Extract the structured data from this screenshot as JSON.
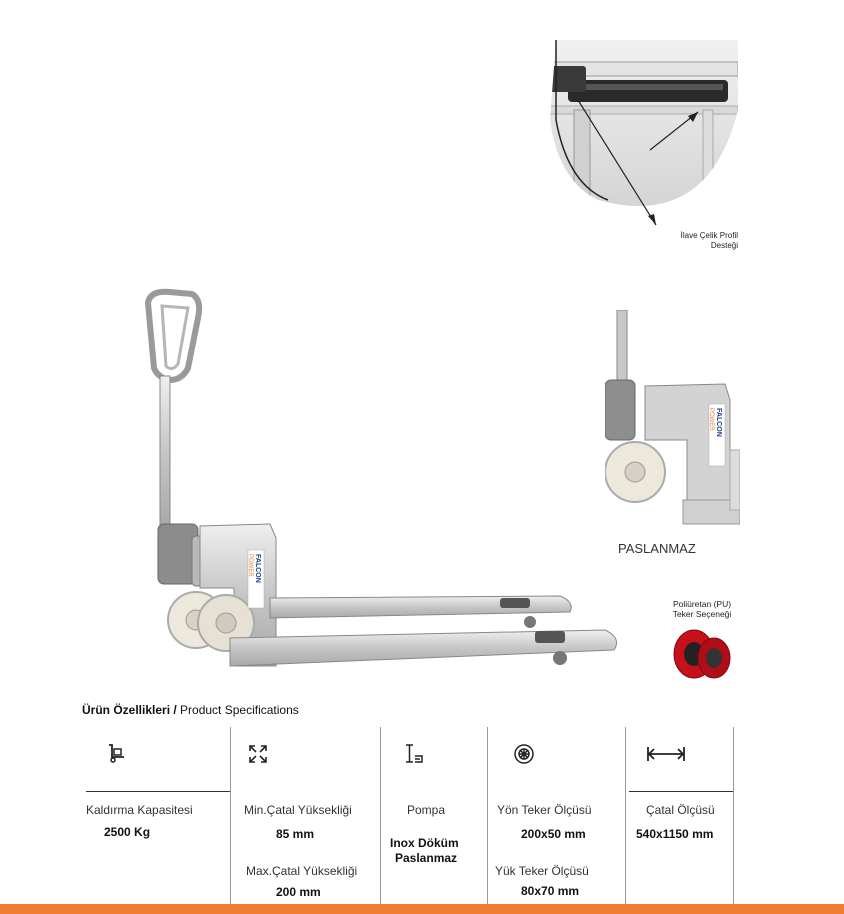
{
  "detail": {
    "caption_line1": "İlave Çelik Profil",
    "caption_line2": "Desteği"
  },
  "brand": {
    "logo_line1": "FALCON",
    "logo_line2": "POWER"
  },
  "side": {
    "caption": "PASLANMAZ"
  },
  "wheel": {
    "caption_line1": "Poliüretan (PU)",
    "caption_line2": "Teker Seçeneği"
  },
  "specs": {
    "title_bold": "Ürün Özellikleri /",
    "title_rest": " Product Specifications",
    "columns": [
      {
        "icon": "hand-truck-icon",
        "label": "Kaldırma Kapasitesi",
        "value": "2500 Kg"
      },
      {
        "icon": "expand-arrows-icon",
        "label": "Min.Çatal Yüksekliği",
        "value": "85 mm",
        "label2": "Max.Çatal Yüksekliği",
        "value2": "200 mm"
      },
      {
        "icon": "pump-icon",
        "label": "Pompa",
        "value": "Inox Döküm",
        "value_line2": "Paslanmaz"
      },
      {
        "icon": "wheel-icon",
        "label": "Yön Teker Ölçüsü",
        "value": "200x50 mm",
        "label2": "Yük Teker Ölçüsü",
        "value2": "80x70 mm"
      },
      {
        "icon": "fork-width-icon",
        "label": "Çatal Ölçüsü",
        "value": "540x1150 mm"
      }
    ]
  },
  "colors": {
    "accent": "#ee7d31",
    "steel": "#c9c9c9",
    "wheel_red": "#c8101a"
  }
}
